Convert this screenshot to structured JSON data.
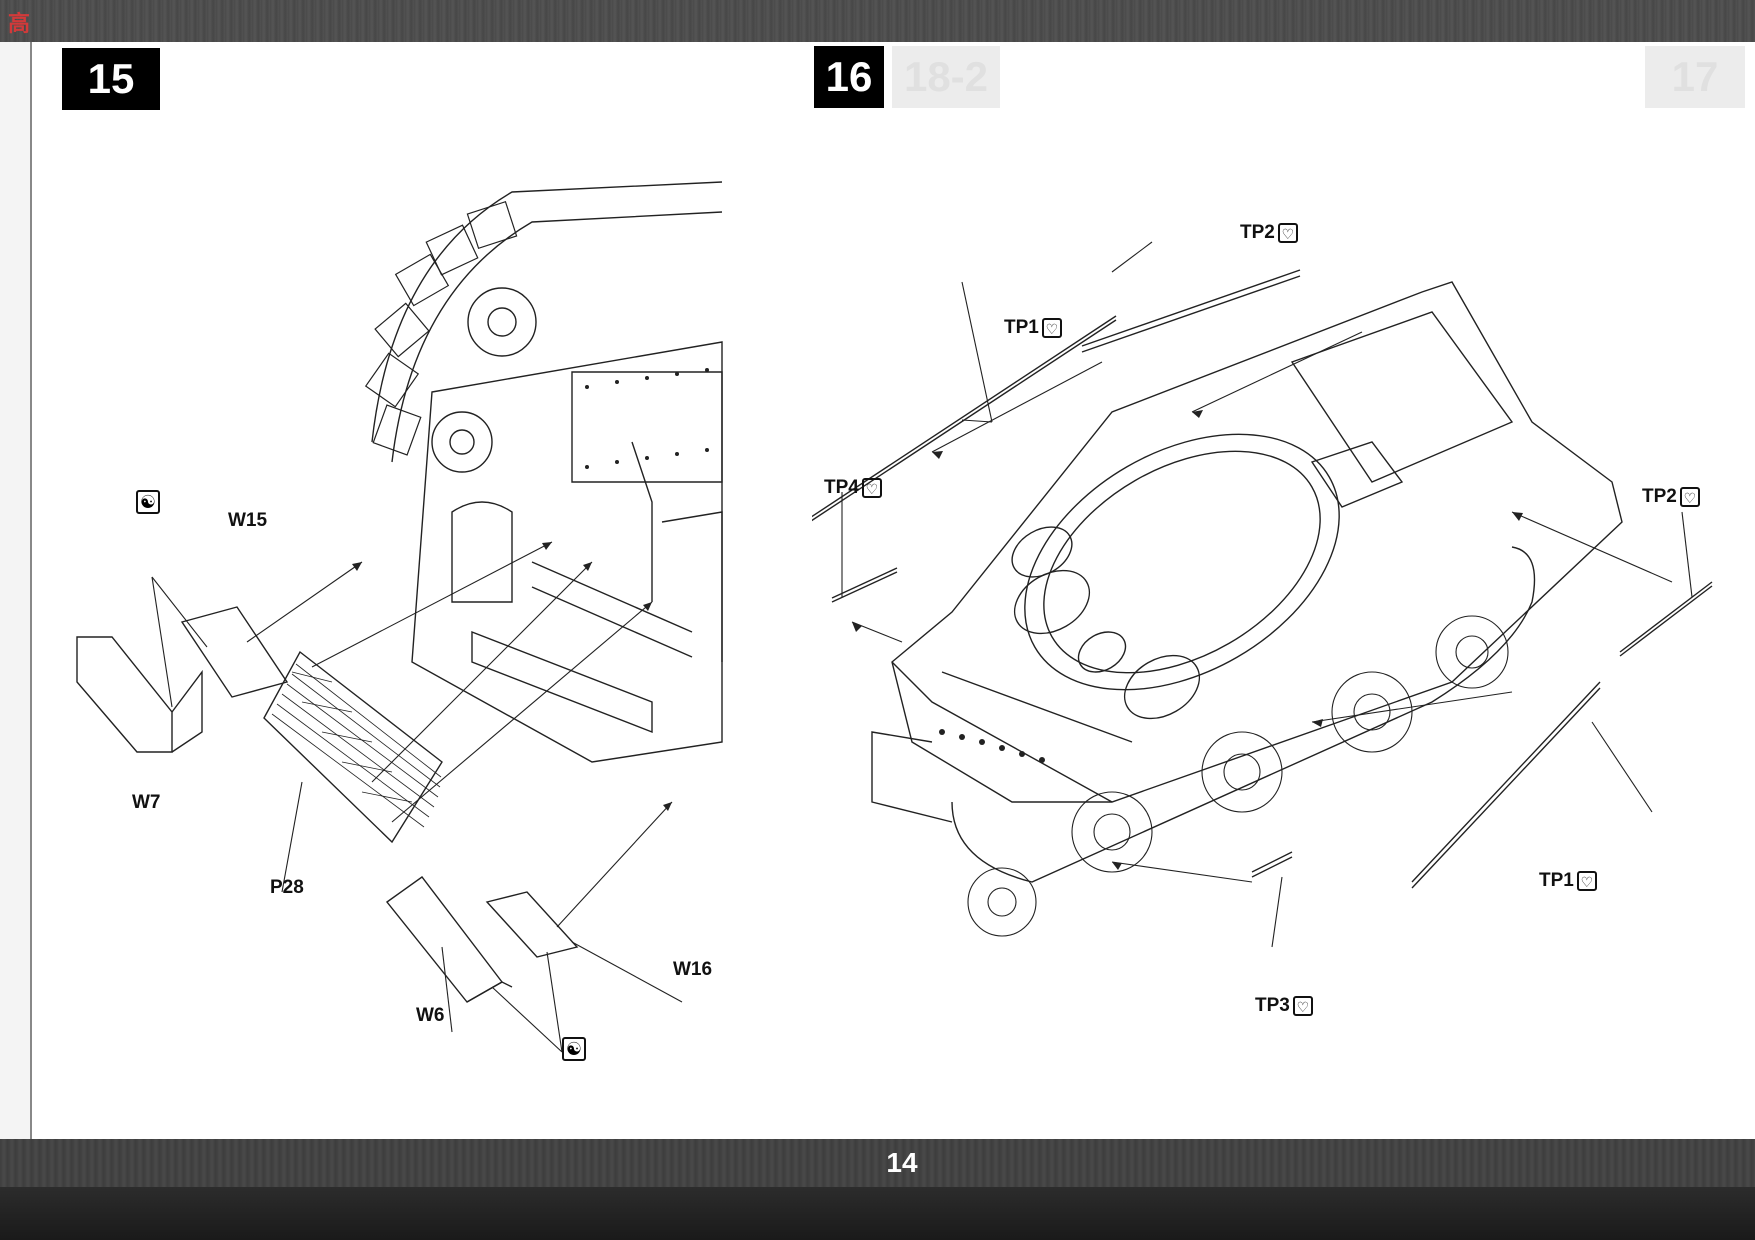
{
  "watermark": "高",
  "steps": [
    {
      "number": "15"
    },
    {
      "number": "16"
    }
  ],
  "ghost_steps": [
    "18-2",
    "17"
  ],
  "page_number": "14",
  "step15_labels": {
    "w15": "W15",
    "w7": "W7",
    "p28": "P28",
    "w6": "W6",
    "w16": "W16",
    "note_symbol": "☯"
  },
  "step16_labels": {
    "tp2_top": "TP2",
    "tp1_top": "TP1",
    "tp4": "TP4",
    "tp2_right": "TP2",
    "tp1_right": "TP1",
    "tp3": "TP3",
    "badge_symbol": "♡"
  }
}
